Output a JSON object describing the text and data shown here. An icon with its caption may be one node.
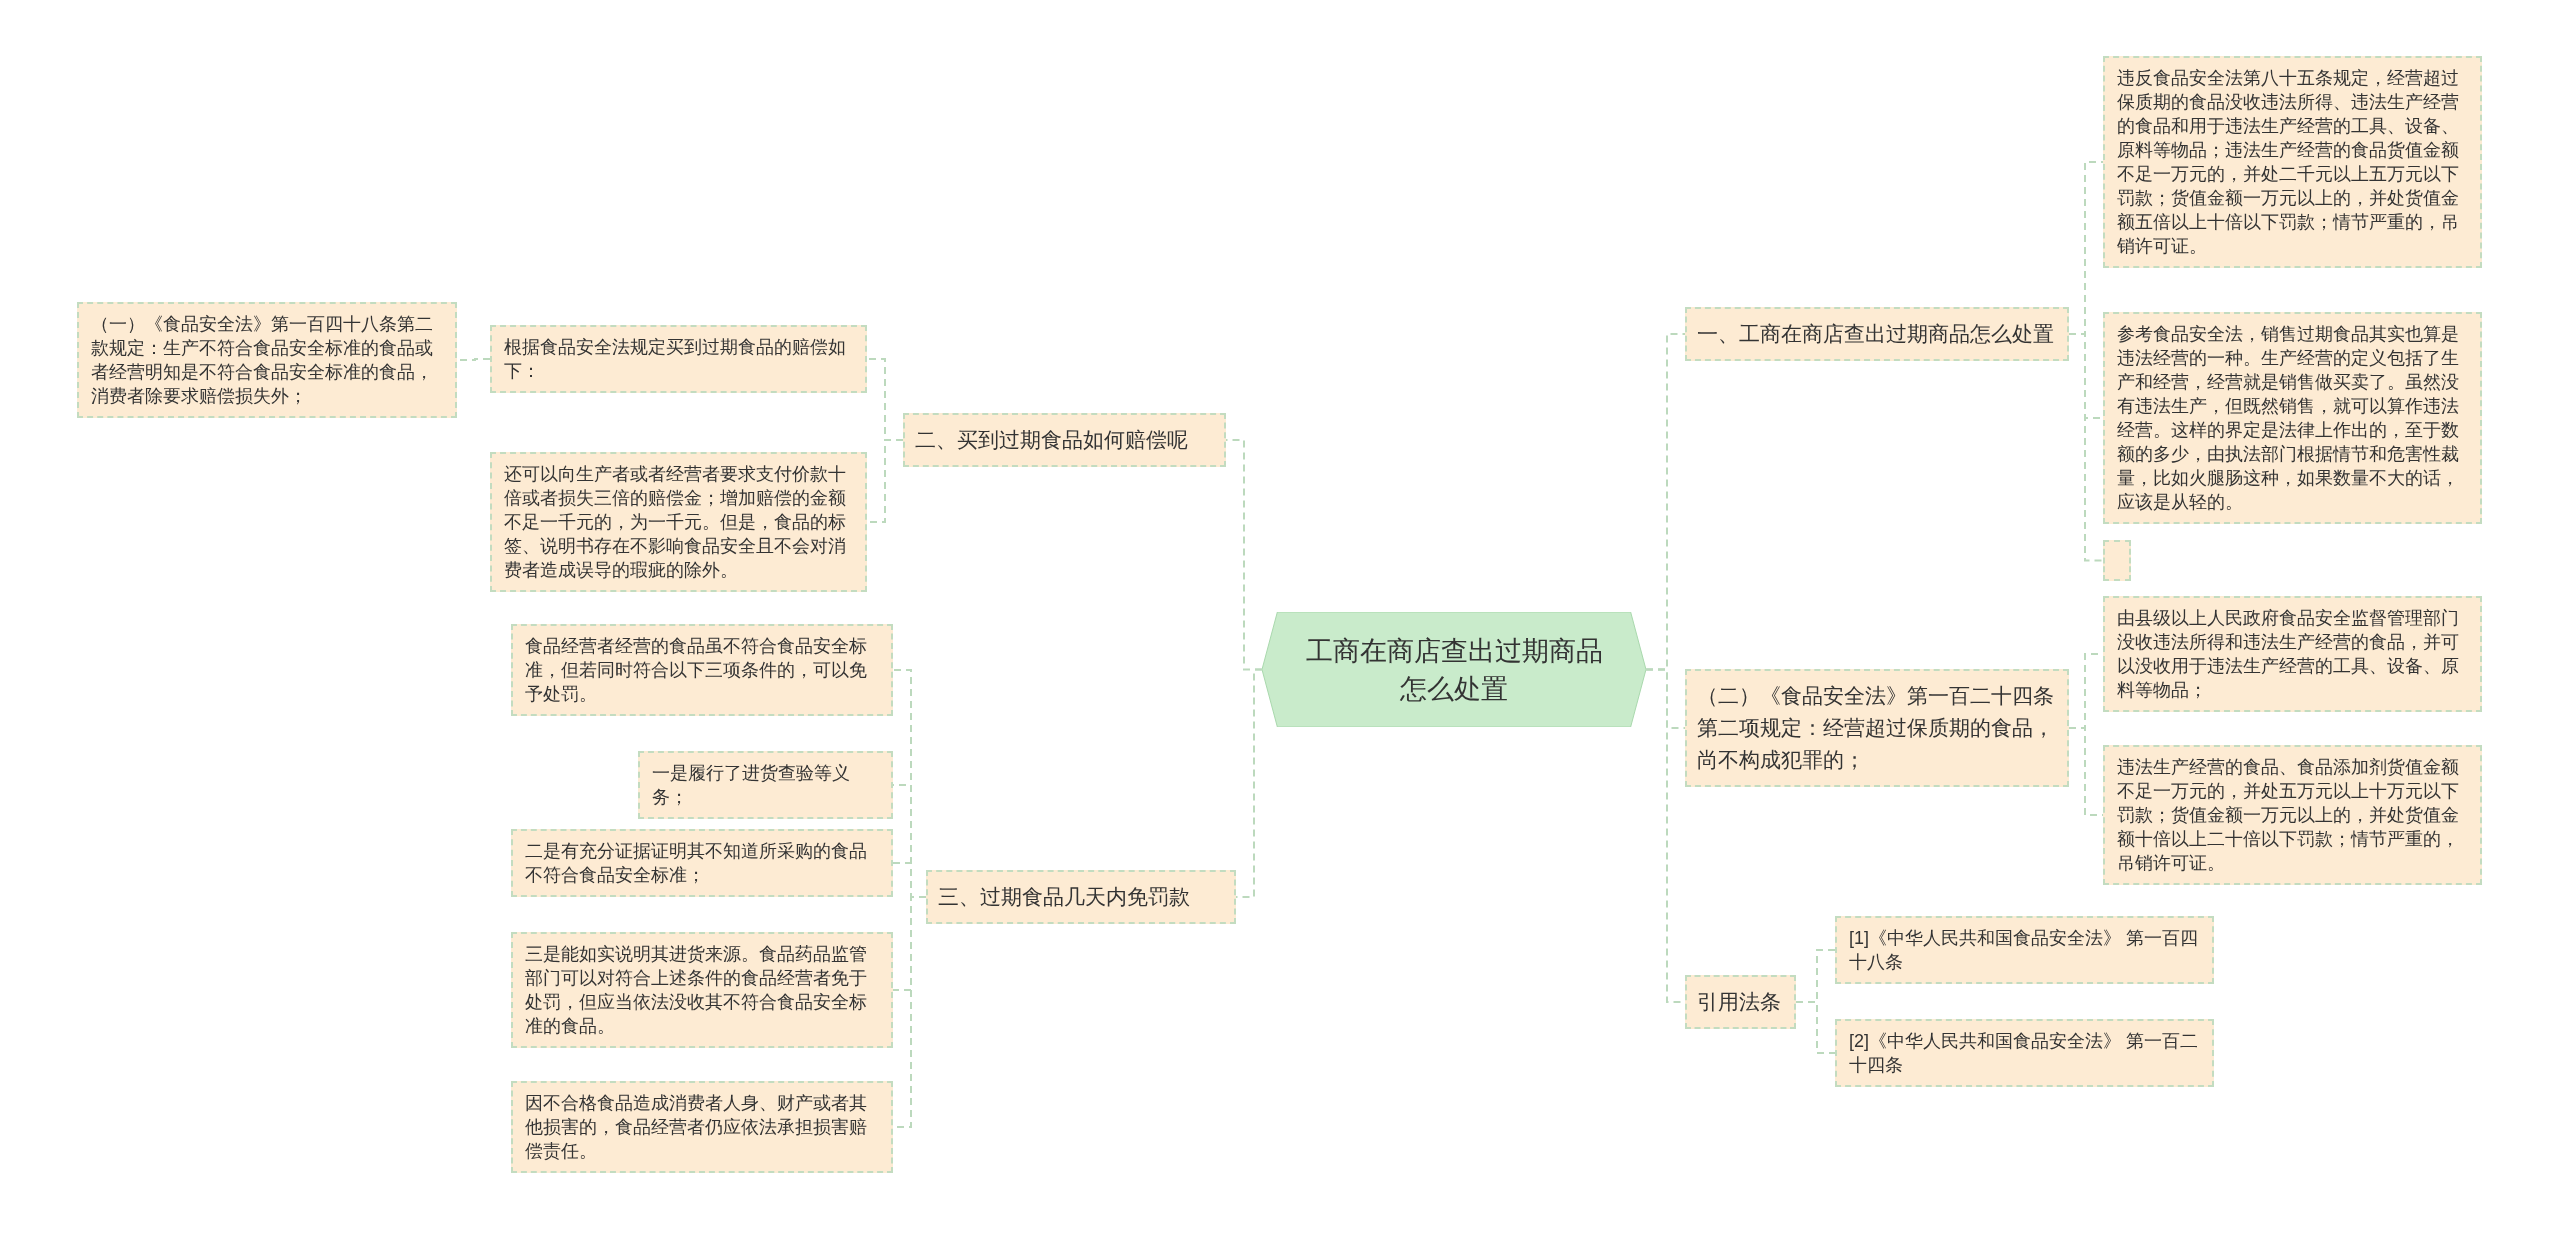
{
  "diagram": {
    "nodes": [
      {
        "text": [
          "工商在商店查出过期商品怎么处置"
        ]
      },
      {
        "text": [
          "二、买到过期食品如何赔偿呢"
        ]
      },
      {
        "text": [
          "根据食品安全法规定买到过期食品的赔偿如下："
        ]
      },
      {
        "text": [
          "（一）《食品安全法》第一百四十八条第二款规定：生产不符合食品安全标准的食品或者经营明知是不符合食品安全标准的食品，消费者除要求赔偿损失外；"
        ]
      },
      {
        "text": [
          "还可以向生产者或者经营者要求支付价款十倍或者损失三倍的赔偿金；增加赔偿的金额不足一千元的，为一千元。但是，食品的标签、说明书存在不影响食品安全且不会对消费者造成误导的瑕疵的除外。"
        ]
      },
      {
        "text": [
          "三、过期食品几天内免罚款"
        ]
      },
      {
        "text": [
          "食品经营者经营的食品虽不符合食品安全标准，但若同时符合以下三项条件的，可以免予处罚。"
        ]
      },
      {
        "text": [
          "一是履行了进货查验等义务；"
        ]
      },
      {
        "text": [
          "二是有充分证据证明其不知道所采购的食品不符合食品安全标准；"
        ]
      },
      {
        "text": [
          "三是能如实说明其进货来源。食品药品监管部门可以对符合上述条件的食品经营者免于处罚，但应当依法没收其不符合食品安全标准的食品。"
        ]
      },
      {
        "text": [
          "因不合格食品造成消费者人身、财产或者其他损害的，食品经营者仍应依法承担损害赔偿责任。"
        ]
      },
      {
        "text": [
          "一、工商在商店查出过期商品怎么处置"
        ]
      },
      {
        "text": [
          "违反食品安全法第八十五条规定，经营超过保质期的食品没收违法所得、违法生产经营的食品和用于违法生产经营的工具、设备、原料等物品；违法生产经营的食品货值金额不足一万元的，并处二千元以上五万元以下罚款；货值金额一万元以上的，并处货值金额五倍以上十倍以下罚款；情节严重的，吊销许可证。"
        ]
      },
      {
        "text": [
          "参考食品安全法，销售过期食品其实也算是违法经营的一种。生产经营的定义包括了生产和经营，经营就是销售做买卖了。虽然没有违法生产，但既然销售，就可以算作违法经营。这样的界定是法律上作出的，至于数额的多少，由执法部门根据情节和危害性裁量，比如火腿肠这种，如果数量不大的话，应该是从轻的。"
        ]
      },
      {
        "text": [],
        "shape": "box"
      },
      {
        "text": [
          "（二）《食品安全法》第一百二十四条第二项规定：经营超过保质期的食品，尚不构成犯罪的；"
        ]
      },
      {
        "text": [
          "由县级以上人民政府食品安全监督管理部门没收违法所得和违法生产经营的食品，并可以没收用于违法生产经营的工具、设备、原料等物品；"
        ]
      },
      {
        "text": [
          "违法生产经营的食品、食品添加剂货值金额不足一万元的，并处五万元以上十万元以下罚款；货值金额一万元以上的，并处货值金额十倍以上二十倍以下罚款；情节严重的，吊销许可证。"
        ]
      },
      {
        "text": [
          "引用法条"
        ]
      },
      {
        "text": [
          "[1]《中华人民共和国食品安全法》 第一百四十八条"
        ]
      },
      {
        "text": [
          "[2]《中华人民共和国食品安全法》 第一百二十四条"
        ]
      }
    ],
    "edges": [
      {
        "from": 0,
        "to": 1,
        "arrow": "none"
      },
      {
        "from": 1,
        "to": 2,
        "arrow": "none"
      },
      {
        "from": 2,
        "to": 3,
        "arrow": "none"
      },
      {
        "from": 1,
        "to": 4,
        "arrow": "none"
      },
      {
        "from": 0,
        "to": 5,
        "arrow": "none"
      },
      {
        "from": 5,
        "to": 6,
        "arrow": "none"
      },
      {
        "from": 5,
        "to": 7,
        "arrow": "none"
      },
      {
        "from": 5,
        "to": 8,
        "arrow": "none"
      },
      {
        "from": 5,
        "to": 9,
        "arrow": "none"
      },
      {
        "from": 5,
        "to": 10,
        "arrow": "none"
      },
      {
        "from": 0,
        "to": 11,
        "arrow": "none"
      },
      {
        "from": 11,
        "to": 12,
        "arrow": "none"
      },
      {
        "from": 11,
        "to": 13,
        "arrow": "none"
      },
      {
        "from": 11,
        "to": 14,
        "arrow": "none"
      },
      {
        "from": 0,
        "to": 15,
        "arrow": "none"
      },
      {
        "from": 15,
        "to": 16,
        "arrow": "none"
      },
      {
        "from": 15,
        "to": 17,
        "arrow": "none"
      },
      {
        "from": 0,
        "to": 18,
        "arrow": "none"
      },
      {
        "from": 18,
        "to": 19,
        "arrow": "none"
      },
      {
        "from": 18,
        "to": 20,
        "arrow": "none"
      }
    ]
  }
}
